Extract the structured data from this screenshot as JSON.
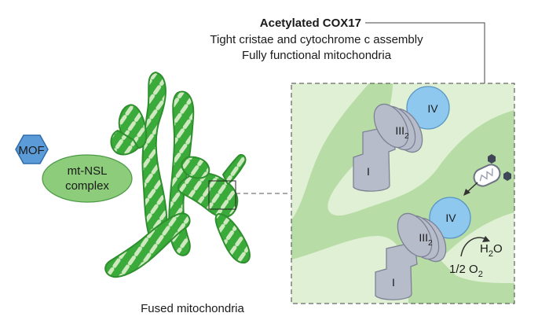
{
  "annotation": {
    "title": "Acetylated COX17",
    "line1": "Tight cristae and cytochrome c assembly",
    "line2": "Fully functional mitochondria"
  },
  "left": {
    "mof_label": "MOF",
    "mtnsl_line1": "mt-NSL",
    "mtnsl_line2": "complex",
    "caption": "Fused mitochondria"
  },
  "inset": {
    "top_complex": {
      "c1": "I",
      "c3_base": "III",
      "c3_sub": "2",
      "c4": "IV"
    },
    "bottom_complex": {
      "c1": "I",
      "c3_base": "III",
      "c3_sub": "2",
      "c4": "IV"
    },
    "reaction": {
      "product_base": "H",
      "product_sub": "2",
      "product_tail": "O",
      "reactant_base": "1/2 O",
      "reactant_sub": "2"
    }
  },
  "colors": {
    "mito_outer": "#3aab3a",
    "mito_inner": "#cfe8c0",
    "inset_bg": "#b8dca6",
    "inset_light": "#dff0d4",
    "complex_gray": "#b7bccb",
    "complex_stroke": "#7d8294",
    "complex_iv_blue": "#8ec8ef",
    "mof_blue": "#5a9bd8",
    "mtnsl_green": "#8ccc7a"
  }
}
